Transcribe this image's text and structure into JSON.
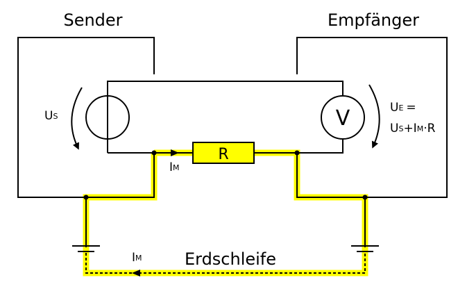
{
  "labels": {
    "sender": "Sender",
    "receiver": "Empfänger",
    "ground_loop": "Erdschleife",
    "resistor": "R",
    "voltmeter": "V",
    "us_main": "U",
    "us_sub": "S",
    "im_main": "I",
    "im_sub": "M",
    "ue_main": "U",
    "ue_sub": "E",
    "ue_eq": "=",
    "ue_formula": {
      "u": "U",
      "s": "S",
      "plus": "+I",
      "m": "M",
      "dot_r": "·R"
    },
    "im_ground_main": "I",
    "im_ground_sub": "M"
  },
  "colors": {
    "highlight": "#ffff00",
    "line": "#000000",
    "background": "#ffffff"
  }
}
